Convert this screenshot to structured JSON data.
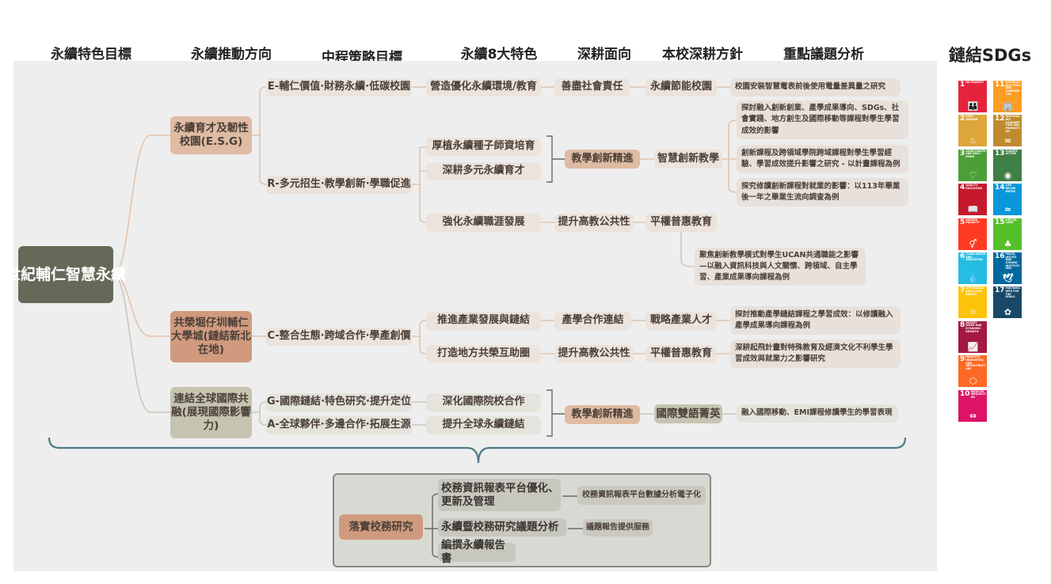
{
  "headers": [
    "永續特色目標",
    "永續推動方向",
    "中程策略目標",
    "永續8大特色",
    "深耕面向",
    "本校深耕方針",
    "重點議題分析",
    "鏈結SDGs"
  ],
  "root": "世紀輔仁智慧永續",
  "l1": [
    "永續育才及韌性校園(E.S.G)",
    "共榮堀仔圳輔仁大學城(鏈結新北在地)",
    "連結全球國際共融(展現國際影響力)"
  ],
  "l2": [
    "E-輔仁價值·財務永續·低碳校園",
    "R-多元招生·教學創新·學職促進",
    "C-整合生態·跨域合作·學產創價",
    "G-國際鏈結·特色研究·提升定位",
    "A-全球夥伴·多邊合作·拓展生源"
  ],
  "l3": [
    "營造優化永續環境/教育",
    "厚植永續種子師資培育",
    "深耕多元永續育才",
    "強化永續職涯發展",
    "推進產業發展與鏈結",
    "打造地方共榮互助圈",
    "深化國際院校合作",
    "提升全球永續鏈結"
  ],
  "l4": [
    "善盡社會責任",
    "教學創新精進",
    "提升高教公共性",
    "產學合作連結",
    "提升高教公共性",
    "教學創新精進"
  ],
  "l5": [
    "永續節能校園",
    "智慧創新教學",
    "平權普惠教育",
    "戰略產業人才",
    "平權普惠教育",
    "國際雙語菁英"
  ],
  "notes": [
    "校園安裝智慧電表前後使用電量差異量之研究",
    "探討融入創新創業、產學成果導向、SDGs、社會實踐、地方創生及國際移動等課程對學生學習成效的影響",
    "創新課程及跨領域學院跨域課程對學生學習經驗、學習成效提升影響之研究 - 以計畫課程為例",
    "探究修讀創新課程對就業的影響：以113年畢業後一年之畢業生流向調查為例",
    "聚焦創新教學模式對學生UCAN共通職能之影響—以融入資訊科技與人文關懷、跨領域、自主學習、產業成果導向課程為例",
    "探討推動產學鏈結課程之學習成效：以修讀融入產學成果導向課程為例",
    "深耕起飛計畫對特殊教育及經濟文化不利學生學習成效與就業力之影響研究",
    "融入國際移動、EMI課程修讀學生的學習表現"
  ],
  "bottom": {
    "main": "落實校務研究",
    "items": [
      "校務資訊報表平台優化、更新及管理",
      "永續暨校務研究議題分析",
      "編撰永續報告書"
    ],
    "notes": [
      "校務資訊報表平台數據分析電子化",
      "議題報告提供服務"
    ]
  },
  "sdgs": [
    {
      "n": "1",
      "label": "No Poverty",
      "color": "#e5243b",
      "icon": "👪"
    },
    {
      "n": "2",
      "label": "Zero Hunger",
      "color": "#dda63a",
      "icon": "♨"
    },
    {
      "n": "3",
      "label": "Good Health and Well-Being",
      "color": "#4c9f38",
      "icon": "♡"
    },
    {
      "n": "4",
      "label": "Quality Education",
      "color": "#c5192d",
      "icon": "📖"
    },
    {
      "n": "5",
      "label": "Gender Equality",
      "color": "#ff3a21",
      "icon": "⚥"
    },
    {
      "n": "6",
      "label": "Clean Water and Sanitation",
      "color": "#26bde2",
      "icon": "💧"
    },
    {
      "n": "7",
      "label": "Affordable and Clean Energy",
      "color": "#fcc30b",
      "icon": "☼"
    },
    {
      "n": "8",
      "label": "Decent Work and Economic Growth",
      "color": "#a21942",
      "icon": "📈"
    },
    {
      "n": "9",
      "label": "Industry, Innovation and Infrastructure",
      "color": "#fd6925",
      "icon": "⬡"
    },
    {
      "n": "10",
      "label": "Reduced Inequalities",
      "color": "#dd1367",
      "icon": "⇔"
    },
    {
      "n": "11",
      "label": "Sustainable Cities and Communities",
      "color": "#fd9d24",
      "icon": "🏢"
    },
    {
      "n": "12",
      "label": "Responsible Consumption and Production",
      "color": "#bf8b2e",
      "icon": "∞"
    },
    {
      "n": "13",
      "label": "Climate Action",
      "color": "#3f7e44",
      "icon": "◉"
    },
    {
      "n": "14",
      "label": "Life Below Water",
      "color": "#0a97d9",
      "icon": "≈"
    },
    {
      "n": "15",
      "label": "Life on Land",
      "color": "#56c02b",
      "icon": "♣"
    },
    {
      "n": "16",
      "label": "Peace, Justice and Strong Institutions",
      "color": "#00689d",
      "icon": "🕊"
    },
    {
      "n": "17",
      "label": "Partnerships for the Goals",
      "color": "#19486a",
      "icon": "✿"
    }
  ]
}
